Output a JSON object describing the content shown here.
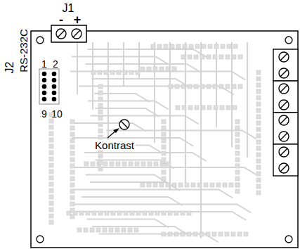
{
  "diagram": {
    "labels": [
      "J1",
      "-",
      "+",
      "J2",
      "RS-232C",
      "1",
      "2",
      "9",
      "10",
      "Kontrast"
    ]
  }
}
